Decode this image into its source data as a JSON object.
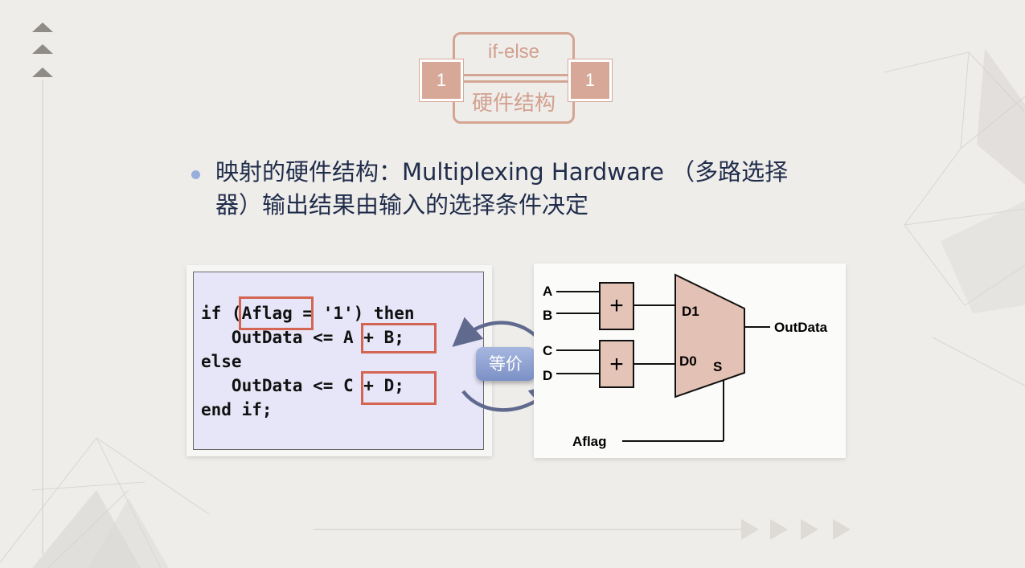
{
  "header": {
    "top_label": "if-else",
    "bottom_label": "硬件结构",
    "left_number": "1",
    "right_number": "1"
  },
  "bullet": {
    "line1": "映射的硬件结构：Multiplexing Hardware （多路选择",
    "line2": "器）输出结果由输入的选择条件决定"
  },
  "code": {
    "lines": [
      "if (Aflag = '1') then",
      "   OutData <= A + B;",
      "else",
      "   OutData <= C + D;",
      "end if;"
    ]
  },
  "equivalence_label": "等价",
  "circuit": {
    "inputs": [
      "A",
      "B",
      "C",
      "D"
    ],
    "adder_symbol": "+",
    "mux_inputs": [
      "D1",
      "D0"
    ],
    "select": "S",
    "output": "OutData",
    "control": "Aflag"
  },
  "colors": {
    "accent": "#d4a593",
    "highlight": "#d46552",
    "adder_fill": "#e5c4b8",
    "mux_fill": "#e3c1b4",
    "arrow": "#5f6a8e"
  }
}
